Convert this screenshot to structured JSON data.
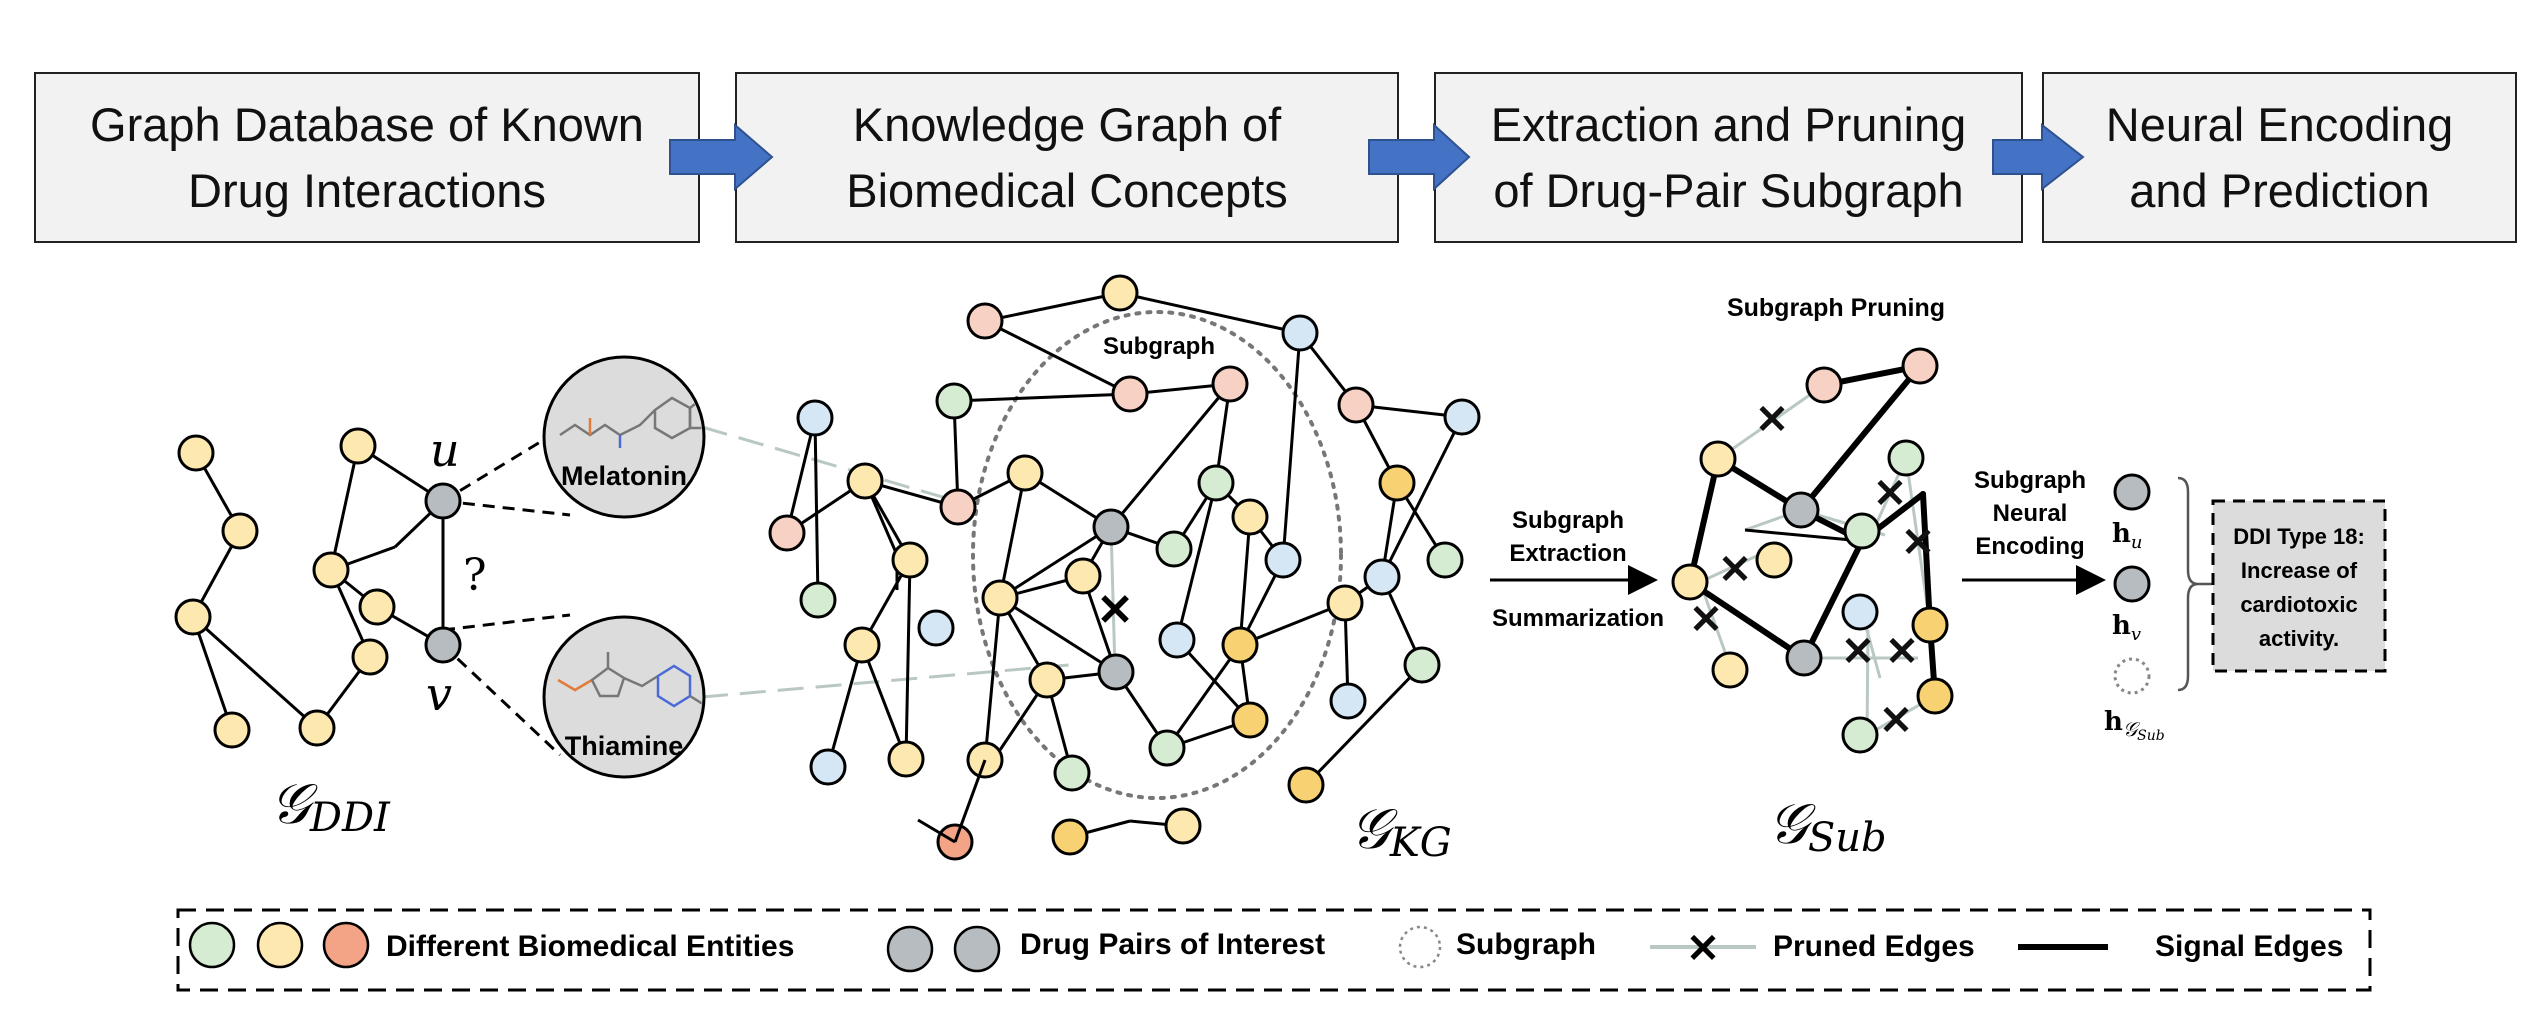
{
  "pipeline": {
    "steps": [
      "Graph Database of Known\nDrug Interactions",
      "Knowledge Graph of\nBiomedical Concepts",
      "Extraction and Pruning\nof Drug-Pair Subgraph",
      "Neural Encoding\nand Prediction"
    ]
  },
  "ddi": {
    "node_u": "u",
    "node_v": "v",
    "question": "?",
    "drug1": "Melatonin",
    "drug2": "Thiamine",
    "graph_label": "𝒢",
    "graph_sub": "DDI"
  },
  "kg": {
    "subgraph_label": "Subgraph",
    "graph_label": "𝒢",
    "graph_sub": "KG"
  },
  "extraction": {
    "line1": "Subgraph",
    "line2": "Extraction",
    "line3": "Summarization"
  },
  "sub": {
    "pruning_title": "Subgraph Pruning",
    "graph_label": "𝒢",
    "graph_sub": "Sub"
  },
  "encoding": {
    "line1": "Subgraph",
    "line2": "Neural",
    "line3": "Encoding",
    "h_u": "h",
    "h_u_sub": "u",
    "h_v": "h",
    "h_v_sub": "v",
    "h_sub": "h",
    "h_sub_sub": "𝒢",
    "h_sub_subsub": "Sub"
  },
  "prediction": {
    "lines": [
      "DDI Type 18:",
      "Increase of",
      "cardiotoxic",
      "activity."
    ]
  },
  "legend": {
    "entities": "Different Biomedical Entities",
    "drug_pairs": "Drug Pairs of Interest",
    "subgraph": "Subgraph",
    "pruned": "Pruned Edges",
    "signal": "Signal Edges"
  },
  "colors": {
    "green": "#d6ecd2",
    "yellow": "#fde9b0",
    "pink": "#f7d2c4",
    "orange": "#f3a486",
    "blue": "#d5e7f5",
    "gold": "#f8d173",
    "gray": "#b7bcc0",
    "arrow": "#4472c4"
  }
}
